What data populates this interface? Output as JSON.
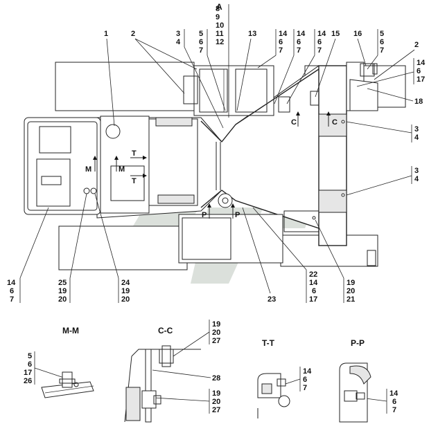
{
  "view_label": "A",
  "callouts": {
    "c1": "1",
    "c2a": "2",
    "c34a": [
      "3",
      "4"
    ],
    "c567a": [
      "5",
      "6",
      "7"
    ],
    "c8_12": [
      "8",
      "9",
      "10",
      "11",
      "12"
    ],
    "c13": "13",
    "c1467a": [
      "14",
      "6",
      "7"
    ],
    "c1467b": [
      "14",
      "6",
      "7"
    ],
    "c1467c": [
      "14",
      "6",
      "7"
    ],
    "c15": "15",
    "c16": "16",
    "c567b": [
      "5",
      "6",
      "7"
    ],
    "c2b": "2",
    "c14617": [
      "14",
      "6",
      "17"
    ],
    "c18": "18",
    "c34b": [
      "3",
      "4"
    ],
    "c34c": [
      "3",
      "4"
    ],
    "c1467d": [
      "14",
      "6",
      "7"
    ],
    "c251920": [
      "25",
      "19",
      "20"
    ],
    "c241920": [
      "24",
      "19",
      "20"
    ],
    "c23": "23",
    "c2214617": [
      "22",
      "14",
      "6",
      "17"
    ],
    "c192021": [
      "19",
      "20",
      "21"
    ]
  },
  "section_marks": {
    "c_left": "C",
    "c_right": "C",
    "m_left": "M",
    "m_right": "M",
    "t_top": "T",
    "t_bottom": "T",
    "p_left": "P",
    "p_right": "P"
  },
  "sections": {
    "mm": {
      "title": "M-M",
      "labels": [
        "5",
        "6",
        "17",
        "26"
      ]
    },
    "cc": {
      "title": "C-C",
      "labels_top": [
        "19",
        "20",
        "27"
      ],
      "label_mid": "28",
      "labels_bottom": [
        "19",
        "20",
        "27"
      ]
    },
    "tt": {
      "title": "T-T",
      "labels": [
        "14",
        "6",
        "7"
      ]
    },
    "pp": {
      "title": "P-P",
      "labels": [
        "14",
        "6",
        "7"
      ]
    }
  }
}
